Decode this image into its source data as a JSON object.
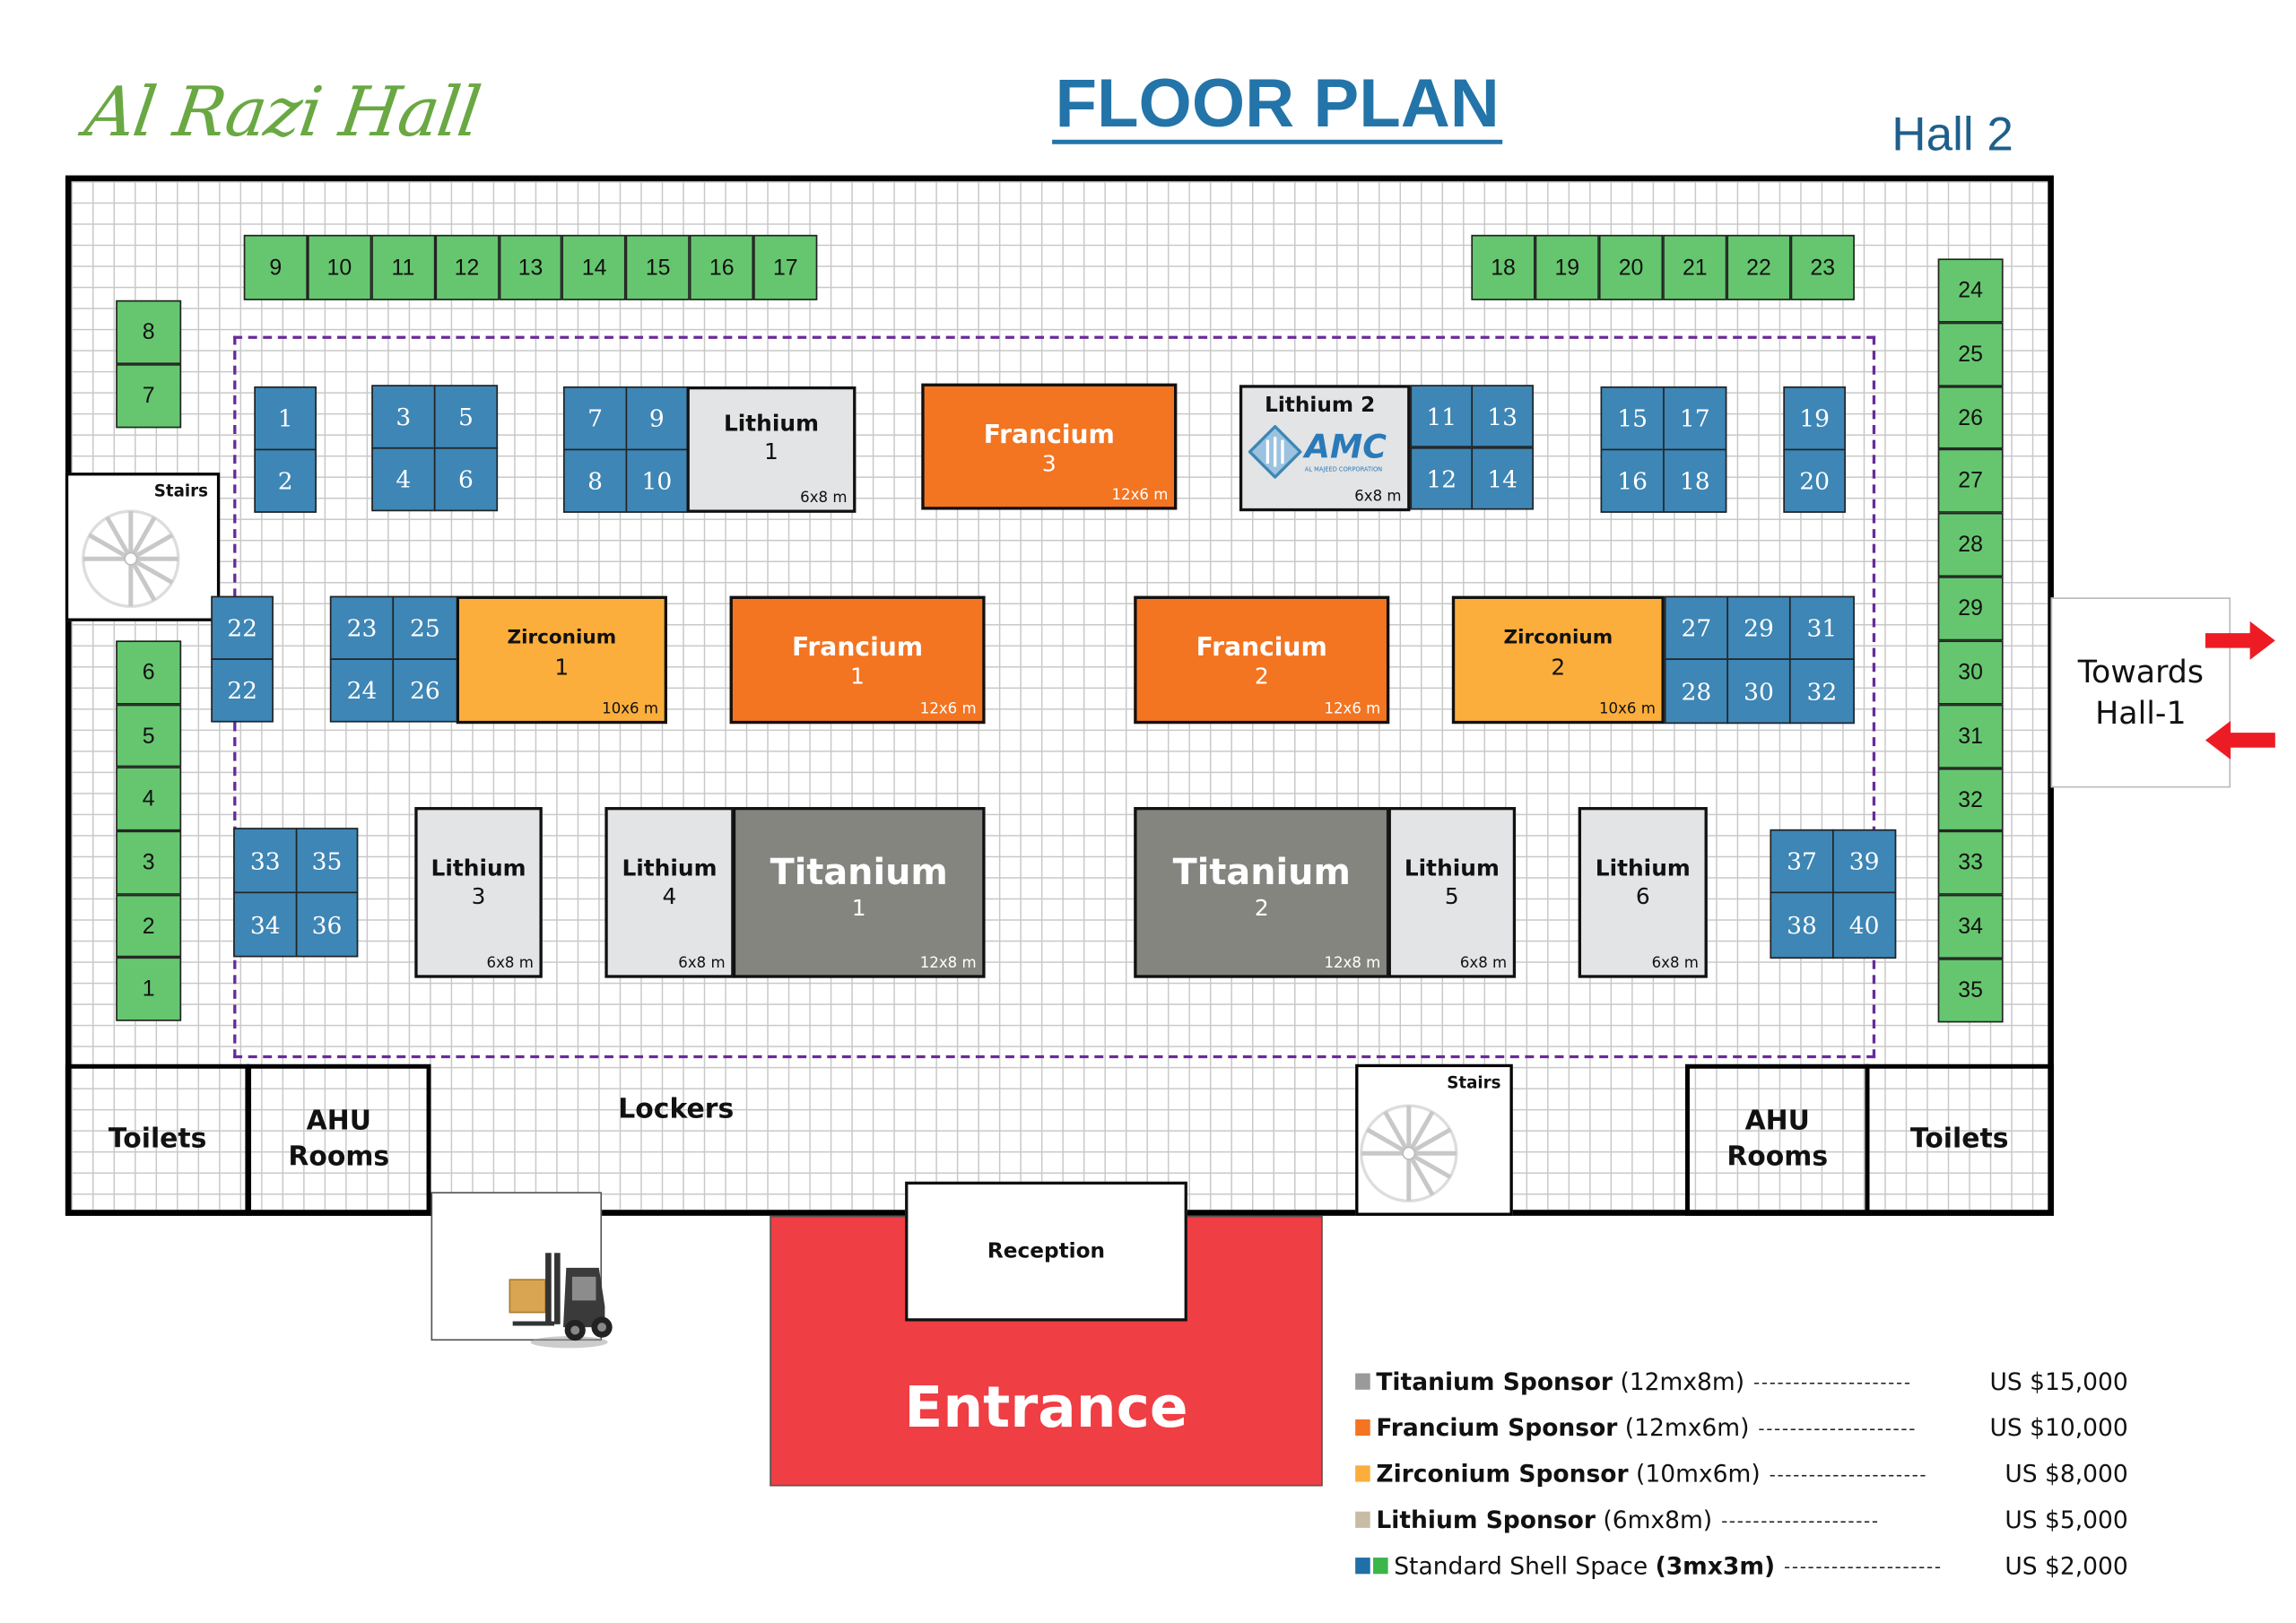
{
  "header": {
    "venue_logo": "Al Razi Hall",
    "title": "FLOOR PLAN",
    "hall": "Hall 2"
  },
  "colors": {
    "standard_blue": "#3e86b5",
    "standard_green": "#66c66f",
    "titanium": "#858580",
    "francium": "#f37421",
    "zirconium": "#fbae3c",
    "lithium": "#e3e4e6",
    "entrance": "#ef3e44",
    "title_blue": "#2374a8",
    "zone_dash": "#6a2a9a",
    "arrow_red": "#ed1c24"
  },
  "green_booths_top_left": [
    "9",
    "10",
    "11",
    "12",
    "13",
    "14",
    "15",
    "16",
    "17"
  ],
  "green_booths_top_right": [
    "18",
    "19",
    "20",
    "21",
    "22",
    "23"
  ],
  "green_booths_left_upper": [
    "8",
    "7"
  ],
  "green_booths_left_lower": [
    "6",
    "5",
    "4",
    "3",
    "2",
    "1"
  ],
  "green_booths_right": [
    "24",
    "25",
    "26",
    "27",
    "28",
    "29",
    "30",
    "31",
    "32",
    "33",
    "34",
    "35"
  ],
  "blue_booths": {
    "b1": "1",
    "b2": "2",
    "b3": "3",
    "b4": "4",
    "b5": "5",
    "b6": "6",
    "b7": "7",
    "b8": "8",
    "b9": "9",
    "b10": "10",
    "b11": "11",
    "b12": "12",
    "b13": "13",
    "b14": "14",
    "b15": "15",
    "b16": "16",
    "b17": "17",
    "b18": "18",
    "b19": "19",
    "b20": "20",
    "b22a": "22",
    "b22b": "22",
    "b23": "23",
    "b24": "24",
    "b25": "25",
    "b26": "26",
    "b27": "27",
    "b28": "28",
    "b29": "29",
    "b30": "30",
    "b31": "31",
    "b32": "32",
    "b33": "33",
    "b34": "34",
    "b35": "35",
    "b36": "36",
    "b37": "37",
    "b38": "38",
    "b39": "39",
    "b40": "40"
  },
  "sponsors": {
    "lithium1": {
      "name": "Lithium",
      "number": "1",
      "size": "6x8 m"
    },
    "lithium2": {
      "name": "Lithium 2",
      "size": "6x8 m",
      "logo_text": "AMC",
      "logo_sub": "AL MAJEED CORPORATION"
    },
    "lithium3": {
      "name": "Lithium",
      "number": "3",
      "size": "6x8 m"
    },
    "lithium4": {
      "name": "Lithium",
      "number": "4",
      "size": "6x8 m"
    },
    "lithium5": {
      "name": "Lithium",
      "number": "5",
      "size": "6x8 m"
    },
    "lithium6": {
      "name": "Lithium",
      "number": "6",
      "size": "6x8 m"
    },
    "francium1": {
      "name": "Francium",
      "number": "1",
      "size": "12x6 m"
    },
    "francium2": {
      "name": "Francium",
      "number": "2",
      "size": "12x6 m"
    },
    "francium3": {
      "name": "Francium",
      "number": "3",
      "size": "12x6 m"
    },
    "zirconium1": {
      "name": "Zirconium",
      "number": "1",
      "size": "10x6 m"
    },
    "zirconium2": {
      "name": "Zirconium",
      "number": "2",
      "size": "10x6 m"
    },
    "titanium1": {
      "name": "Titanium",
      "number": "1",
      "size": "12x8 m"
    },
    "titanium2": {
      "name": "Titanium",
      "number": "2",
      "size": "12x8 m"
    }
  },
  "facilities": {
    "stairs": "Stairs",
    "toilets": "Toilets",
    "ahu_rooms_line1": "AHU",
    "ahu_rooms_line2": "Rooms",
    "lockers": "Lockers",
    "reception": "Reception",
    "entrance": "Entrance",
    "towards_line1": "Towards",
    "towards_line2": "Hall-1"
  },
  "legend": [
    {
      "name": "Titanium Sponsor",
      "size": "(12mx8m)",
      "price": "US $15,000",
      "color": "#9a9a9a"
    },
    {
      "name": "Francium Sponsor",
      "size": "(12mx6m)",
      "price": "US $10,000",
      "color": "#f37421"
    },
    {
      "name": "Zirconium Sponsor",
      "size": "(10mx6m)",
      "price": "US $8,000",
      "color": "#fbae3c"
    },
    {
      "name": "Lithium Sponsor",
      "size": "(6mx8m)",
      "price": "US $5,000",
      "color": "#c8bca4"
    },
    {
      "name": "Standard Shell Space",
      "size": "(3mx3m)",
      "price": "US $2,000",
      "color": "#1f6fa8",
      "color2": "#3cb54a"
    }
  ],
  "legend_dots": "--------------------"
}
